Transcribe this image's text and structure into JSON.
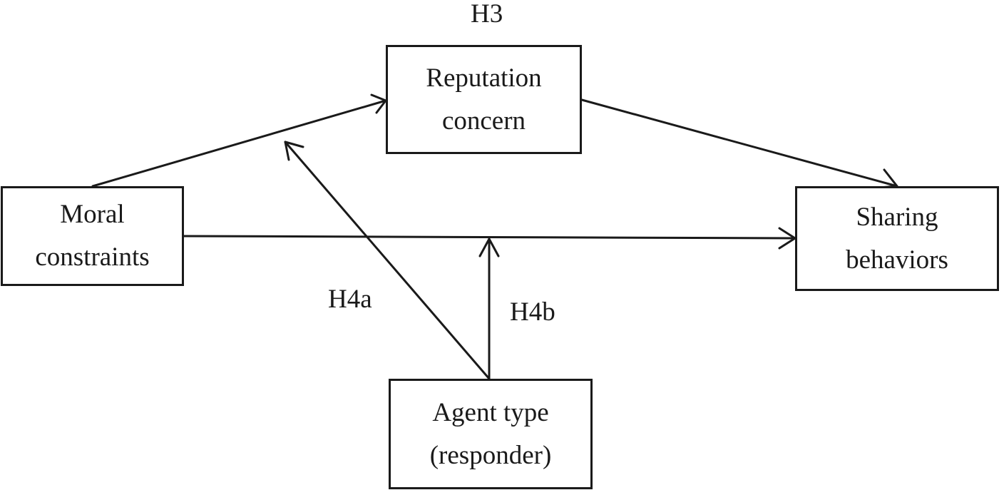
{
  "nodes": {
    "reputation": {
      "line1": "Reputation",
      "line2": "concern"
    },
    "moral": {
      "line1": "Moral",
      "line2": "constraints"
    },
    "sharing": {
      "line1": "Sharing",
      "line2": "behaviors"
    },
    "agent": {
      "line1": "Agent type",
      "line2": "(responder)"
    }
  },
  "hypotheses": {
    "h3": "H3",
    "h4a": "H4a",
    "h4b": "H4b"
  },
  "edges": [
    {
      "from": "moral",
      "to": "reputation",
      "name": "moral-to-reputation-arrow"
    },
    {
      "from": "reputation",
      "to": "sharing",
      "name": "reputation-to-sharing-arrow"
    },
    {
      "from": "moral",
      "to": "sharing",
      "name": "moral-to-sharing-arrow"
    },
    {
      "from": "agent",
      "to": "moral-reputation-path",
      "name": "h4a-moderation-arrow"
    },
    {
      "from": "agent",
      "to": "moral-sharing-path",
      "name": "h4b-moderation-arrow"
    }
  ],
  "colors": {
    "stroke": "#1a1a1a",
    "background": "#ffffff"
  }
}
